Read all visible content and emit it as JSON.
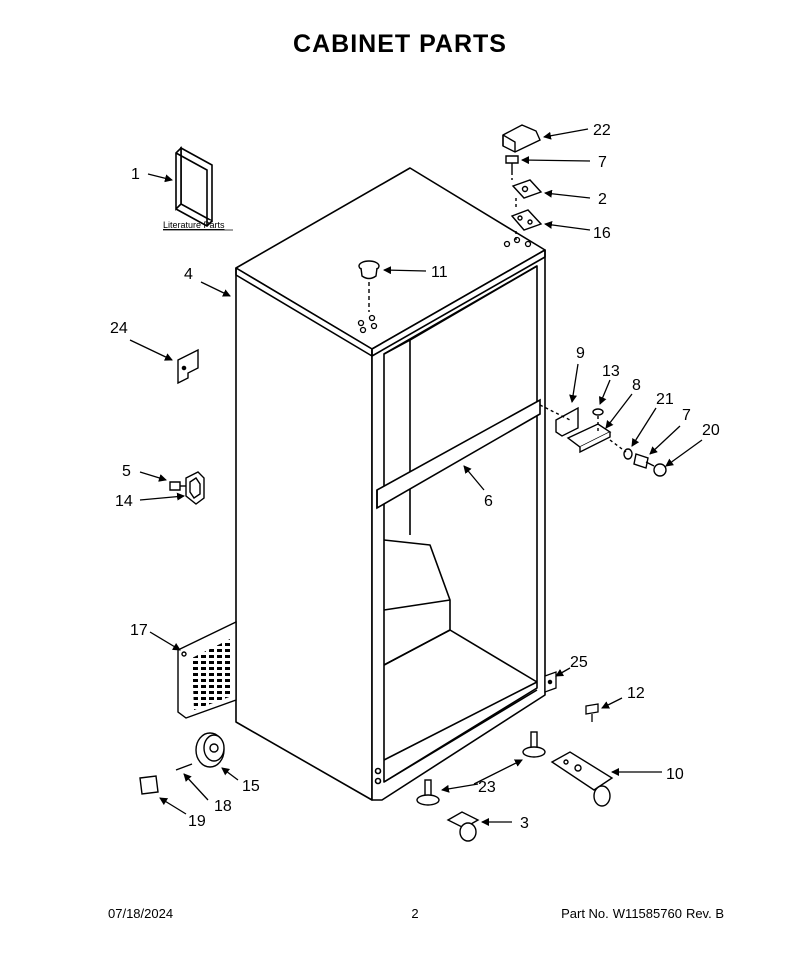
{
  "title": "CABINET PARTS",
  "literature_label": "Literature Parts",
  "callouts": {
    "c1": "1",
    "c2": "2",
    "c3": "3",
    "c4": "4",
    "c5": "5",
    "c6": "6",
    "c7a": "7",
    "c7b": "7",
    "c8": "8",
    "c9": "9",
    "c10": "10",
    "c11": "11",
    "c12": "12",
    "c13": "13",
    "c14": "14",
    "c15": "15",
    "c16": "16",
    "c17": "17",
    "c18": "18",
    "c19": "19",
    "c20": "20",
    "c21": "21",
    "c22": "22",
    "c23": "23",
    "c24": "24",
    "c25": "25"
  },
  "footer": {
    "date": "07/18/2024",
    "page": "2",
    "part_label": "Part No.",
    "part_number": "W11585760",
    "rev": "Rev.  B"
  }
}
